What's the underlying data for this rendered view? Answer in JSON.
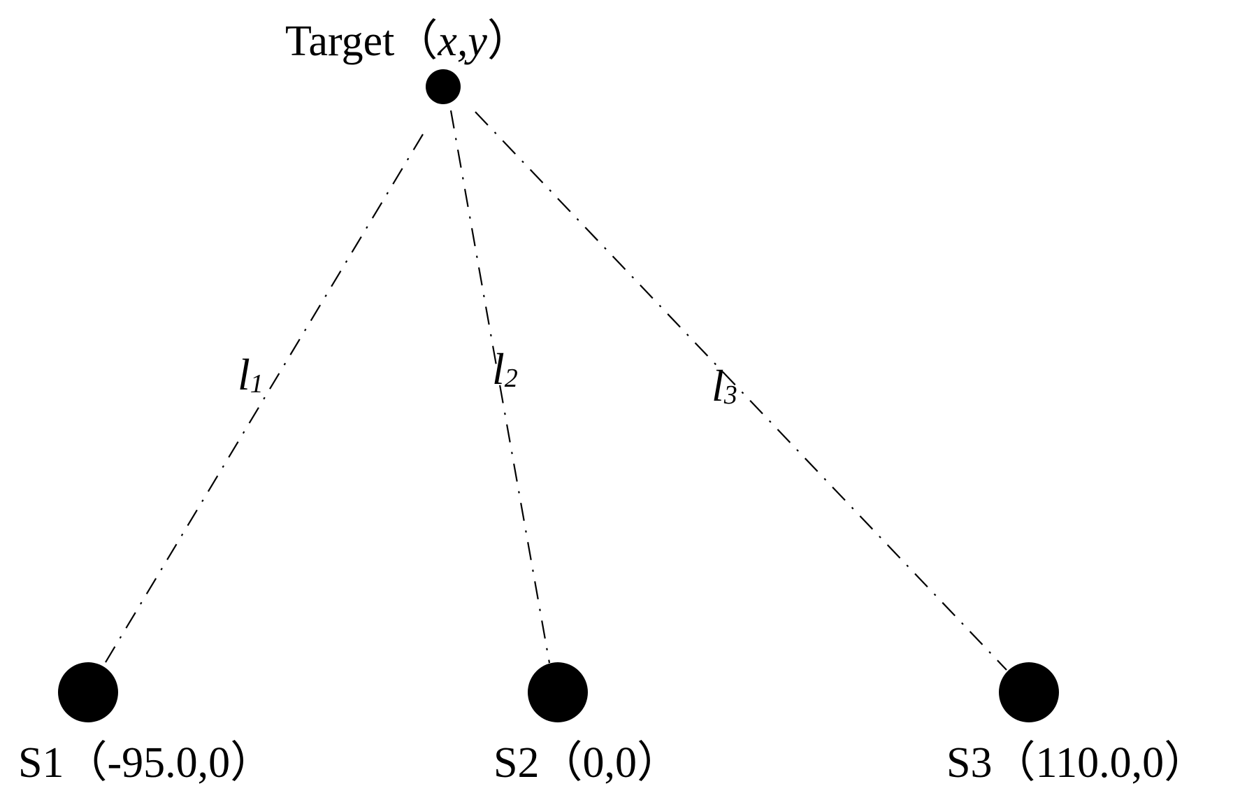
{
  "target": {
    "name": "Target",
    "open_paren": "（",
    "coords": "x,y",
    "close_paren": "）",
    "node_color": "#000000"
  },
  "sensors": [
    {
      "label": "S1（-95.0,0）"
    },
    {
      "label": "S2（0,0）"
    },
    {
      "label": "S3（110.0,0）"
    }
  ],
  "edges": [
    {
      "base": "l",
      "sub": "1"
    },
    {
      "base": "l",
      "sub": "2"
    },
    {
      "base": "l",
      "sub": "3"
    }
  ],
  "colors": {
    "line": "#000000",
    "node": "#000000",
    "background": "#ffffff"
  }
}
